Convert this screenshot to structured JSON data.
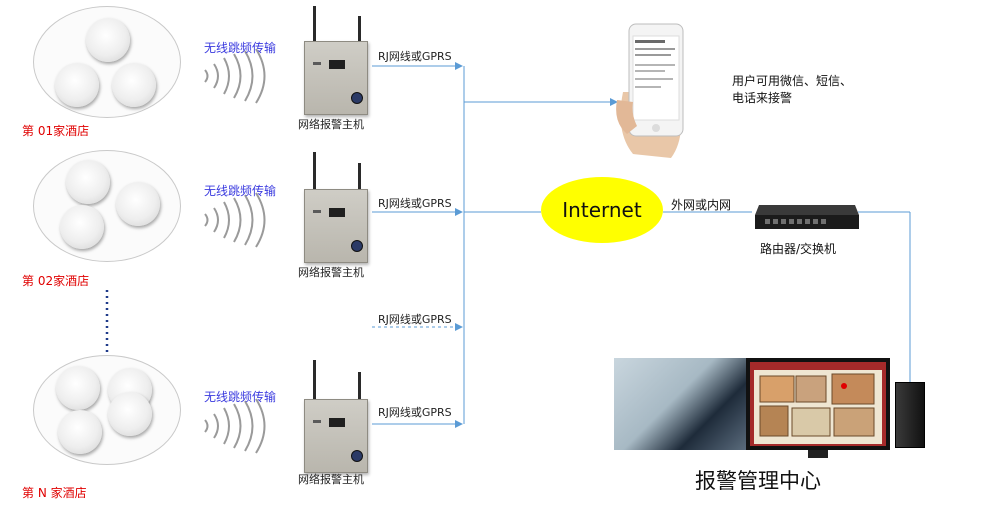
{
  "hotels": [
    {
      "name": "第 01家酒店",
      "wireless": "无线跳频传输",
      "link": "RJ网线或GPRS",
      "device": "网络报警主机"
    },
    {
      "name": "第 02家酒店",
      "wireless": "无线跳频传输",
      "link": "RJ网线或GPRS",
      "device": "网络报警主机"
    },
    {
      "name": "第 N 家酒店",
      "wireless": "无线跳频传输",
      "link": "RJ网线或GPRS",
      "device": "网络报警主机"
    }
  ],
  "middle_link_label": "RJ网线或GPRS",
  "internet_label": "Internet",
  "network_label": "外网或内网",
  "router_label": "路由器/交换机",
  "user_notice": [
    "用户可用微信、短信、",
    "电话来接警"
  ],
  "center_title": "报警管理中心",
  "colors": {
    "hotel_name": "#e00000",
    "wireless": "#3a3adf",
    "line": "#5b9bd5",
    "internet": "#ffff00"
  }
}
